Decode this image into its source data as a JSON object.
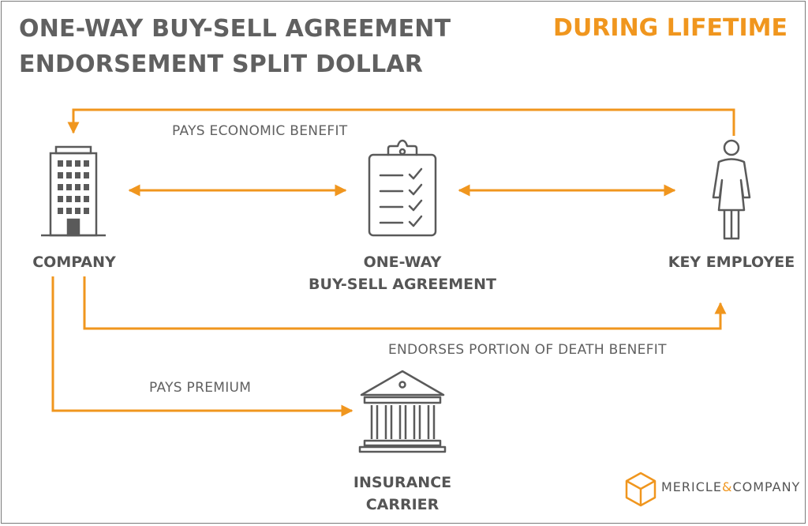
{
  "title": {
    "line1": "ONE-WAY BUY-SELL AGREEMENT",
    "line2": "ENDORSEMENT SPLIT DOLLAR"
  },
  "phase": "DURING LIFETIME",
  "colors": {
    "accent": "#f0961e",
    "text": "#606060",
    "icon": "#5a5a5a"
  },
  "nodes": {
    "company": {
      "label": "COMPANY",
      "icon": "office-building-icon"
    },
    "agreement": {
      "line1": "ONE-WAY",
      "line2": "BUY-SELL AGREEMENT",
      "icon": "clipboard-checklist-icon"
    },
    "employee": {
      "label": "KEY EMPLOYEE",
      "icon": "person-icon"
    },
    "carrier": {
      "line1": "INSURANCE",
      "line2": "CARRIER",
      "icon": "bank-building-icon"
    }
  },
  "flows": {
    "economic_benefit": "PAYS ECONOMIC BENEFIT",
    "endorses": "ENDORSES PORTION OF DEATH BENEFIT",
    "premium": "PAYS PREMIUM"
  },
  "logo": {
    "name_part1": "MERICLE",
    "amp": "&",
    "name_part2": "COMPANY",
    "icon": "cube-icon"
  }
}
